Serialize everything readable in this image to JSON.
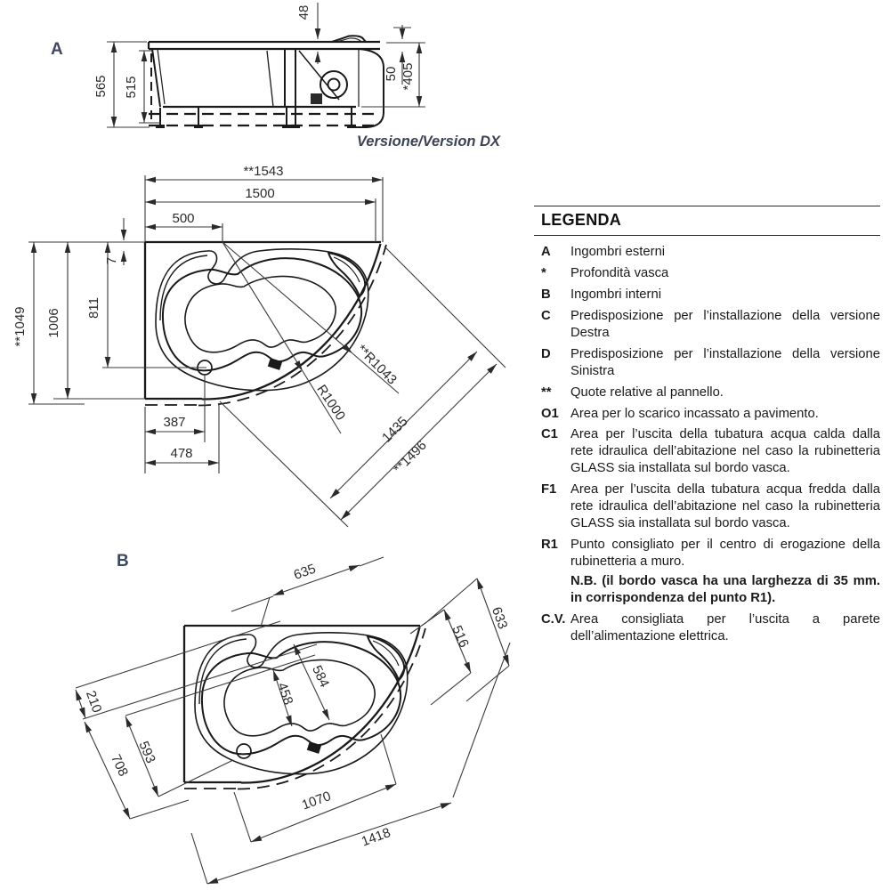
{
  "views": {
    "a": {
      "label": "A",
      "caption": "Versione/Version DX",
      "dims": {
        "d565": "565",
        "d515": "515",
        "d48": "48",
        "d50": "50",
        "d405": "*405"
      }
    },
    "plan": {
      "dims": {
        "w_panel": "**1543",
        "w": "1500",
        "w_part": "500",
        "lip": "7",
        "h_panel": "**1049",
        "h": "1006",
        "h_part": "811",
        "drain_x": "387",
        "corner_x": "478",
        "r_inner": "R1000",
        "r_panel": "**R1043",
        "diag": "1435",
        "diag_panel": "**1496"
      }
    },
    "b": {
      "label": "B",
      "dims": {
        "d210": "210",
        "d708": "708",
        "d593": "593",
        "d635": "635",
        "d458": "458",
        "d584": "584",
        "d516": "516",
        "d633": "633",
        "d1070": "1070",
        "d1418": "1418"
      }
    }
  },
  "legend": {
    "title": "LEGENDA",
    "items": [
      {
        "key": "A",
        "text": "Ingombri esterni"
      },
      {
        "key": "*",
        "text": "Profondità vasca"
      },
      {
        "key": "B",
        "text": "Ingombri interni"
      },
      {
        "key": "C",
        "text": "Predisposizione per l’installazione della versione Destra"
      },
      {
        "key": "D",
        "text": "Predisposizione per l’installazione della versione Sinistra"
      },
      {
        "key": "**",
        "text": "Quote relative al pannello."
      },
      {
        "key": "O1",
        "text": "Area per lo scarico incassato a pavimento."
      },
      {
        "key": "C1",
        "text": "Area per l’uscita della tubatura acqua calda dalla rete idraulica dell’abitazione nel caso la rubinetteria GLASS sia installata sul bordo vasca."
      },
      {
        "key": "F1",
        "text": "Area per l’uscita della tubatura acqua fredda dalla rete idraulica dell’abitazione nel caso la rubinetteria GLASS sia installata sul bordo vasca."
      },
      {
        "key": "R1",
        "text": "Punto consigliato per il centro di erogazione della rubinetteria a muro.",
        "note": "N.B. (il bordo vasca ha una larghezza di 35 mm. in corrispondenza del punto R1)."
      },
      {
        "key": "C.V.",
        "text": "Area consigliata per l’uscita a parete dell’alimentazione elettrica."
      }
    ]
  },
  "colors": {
    "accent_label": "#3d4960",
    "line": "#1a1a1a",
    "dim": "#3a3a3a"
  }
}
